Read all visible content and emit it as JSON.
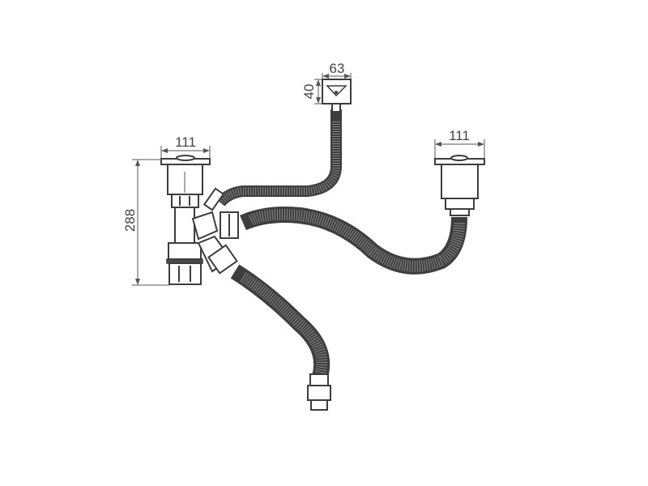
{
  "drawing": {
    "dimensions": {
      "left_strainer_width": "111",
      "right_strainer_width": "111",
      "overall_height": "288",
      "overflow_width": "63",
      "overflow_height": "40"
    },
    "colors": {
      "line": "#3d3d3d",
      "hose": "#4a4a4a",
      "hose_rib": "#8a8a8a"
    }
  }
}
